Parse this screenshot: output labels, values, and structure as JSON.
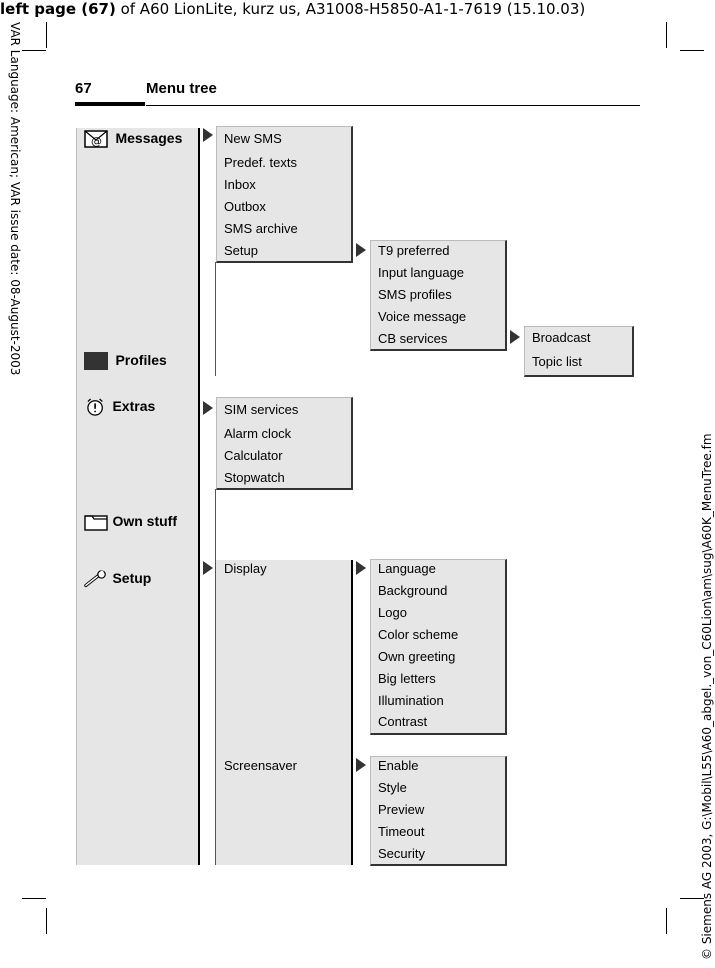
{
  "header": {
    "bold_part": "left page (67)",
    "rest": " of A60 LionLite, kurz us, A31008-H5850-A1-1-7619 (15.10.03)"
  },
  "side_left": "VAR Language: American; VAR issue date: 08-August-2003",
  "side_right": "© Siemens AG 2003, G:\\Mobil\\L55\\A60_abgel._von_C60Lion\\am\\sug\\A60K_MenuTree.fm",
  "page": {
    "number": "67",
    "title": "Menu tree"
  },
  "menus": {
    "messages": {
      "label": "Messages",
      "icon": "messages-icon",
      "items": [
        "New SMS",
        "Predef. texts",
        "Inbox",
        "Outbox",
        "SMS archive",
        "Setup"
      ]
    },
    "messages_setup": {
      "items": [
        "T9 preferred",
        "Input language",
        "SMS profiles",
        "Voice message",
        "CB services"
      ]
    },
    "cb_services": {
      "items": [
        "Broadcast",
        "Topic list"
      ]
    },
    "profiles": {
      "label": "Profiles",
      "icon": "profiles-icon"
    },
    "extras": {
      "label": "Extras",
      "icon": "alarm-clock-icon",
      "items": [
        "SIM services",
        "Alarm clock",
        "Calculator",
        "Stopwatch"
      ]
    },
    "own_stuff": {
      "label": "Own stuff",
      "icon": "folder-icon"
    },
    "setup": {
      "label": "Setup",
      "icon": "wrench-icon",
      "items": [
        "Display",
        "Screensaver"
      ]
    },
    "display": {
      "items": [
        "Language",
        "Background",
        "Logo",
        "Color scheme",
        "Own greeting",
        "Big letters",
        "Illumination",
        "Contrast"
      ]
    },
    "screensaver": {
      "items": [
        "Enable",
        "Style",
        "Preview",
        "Timeout",
        "Security"
      ]
    }
  }
}
